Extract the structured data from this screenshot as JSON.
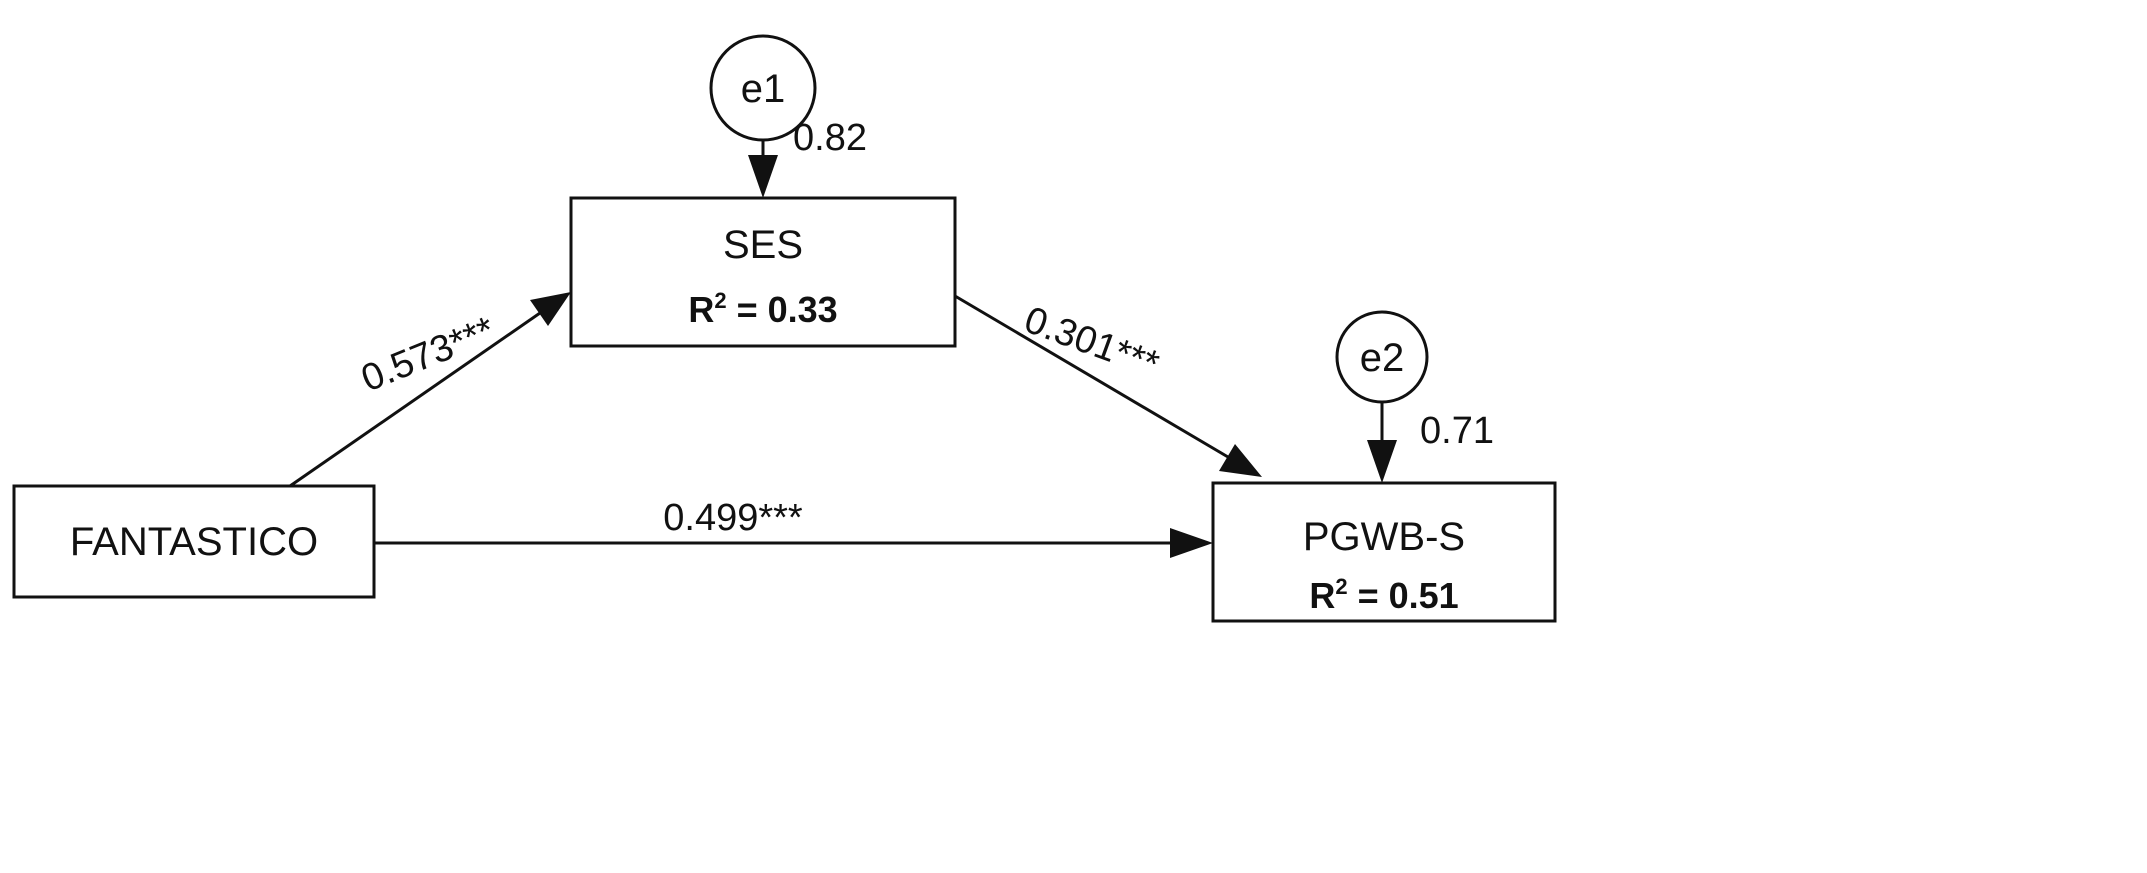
{
  "nodes": {
    "e1": {
      "label": "e1"
    },
    "e2": {
      "label": "e2"
    },
    "ses": {
      "label": "SES",
      "r2_label": "R",
      "r2_sup": "2",
      "r2_value": " = 0.33"
    },
    "fantastico": {
      "label": "FANTASTICO"
    },
    "pgwb": {
      "label": "PGWB-S",
      "r2_label": "R",
      "r2_sup": "2",
      "r2_value": " = 0.51"
    }
  },
  "paths": {
    "e1_ses": "0.82",
    "e2_pgwb": "0.71",
    "fantastico_ses": "0.573***",
    "ses_pgwb": "0.301***",
    "fantastico_pgwb": "0.499***"
  }
}
